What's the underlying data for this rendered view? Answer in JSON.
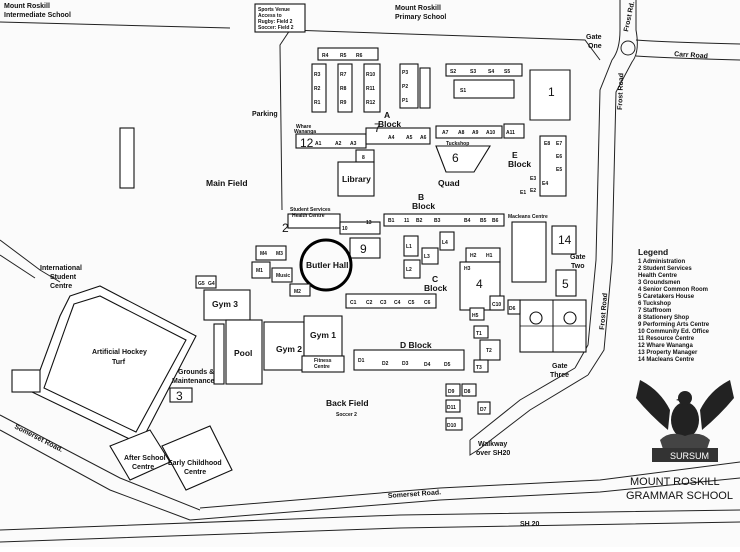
{
  "roads": {
    "carr": "Carr Road",
    "frost_upper": "Frost Road",
    "frost_mid": "Frost Road",
    "frost_lower": "Frost Road",
    "frost_top": "Frost Rd.",
    "somerset_left": "Somerset Road.",
    "somerset_mid": "Somerset Road.",
    "sh20": "SH 20"
  },
  "gates": {
    "one": [
      "Gate",
      "One"
    ],
    "two": [
      "Gate",
      "Two"
    ],
    "three": [
      "Gate",
      "Three"
    ]
  },
  "neighbours": {
    "intermediate": [
      "Mount Roskill",
      "Intermediate School"
    ],
    "primary": [
      "Mount Roskill",
      "Primary School"
    ],
    "sports_venue": [
      "Sports Venue",
      "Access to",
      "Rugby: Field 2",
      "Soccer: Field 2"
    ]
  },
  "areas": {
    "main_field": "Main Field",
    "parking": "Parking",
    "quad": "Quad",
    "library": "Library",
    "butler_hall": "Butler Hall",
    "gym3": "Gym 3",
    "gym2": "Gym 2",
    "gym1": "Gym 1",
    "pool": "Pool",
    "fitness": [
      "Fitness",
      "Centre"
    ],
    "back_field": "Back Field",
    "soccer2": "Soccer 2",
    "turf": [
      "Artificial Hockey",
      "Turf"
    ],
    "international": [
      "International",
      "Student",
      "Centre"
    ],
    "grounds": [
      "Grounds &",
      "Maintenance"
    ],
    "after_school": [
      "After School",
      "Centre"
    ],
    "early_childhood": [
      "Early Childhood",
      "Centre"
    ],
    "macleans": "Macleans Centre",
    "walkway": [
      "Walkway",
      "over SH20"
    ],
    "a_block": [
      "A",
      "Block"
    ],
    "b_block": [
      "B",
      "Block"
    ],
    "c_block": [
      "C",
      "Block"
    ],
    "d_block": "D Block",
    "e_block": [
      "E",
      "Block"
    ],
    "whare": [
      "Whare",
      "Wananga"
    ],
    "student_services": [
      "Student Services",
      "Health Centre"
    ],
    "tuckshop": "Tuckshop",
    "music": "Music"
  },
  "rooms": {
    "r_top": [
      "R4",
      "R5",
      "R6"
    ],
    "r_col1": [
      "R3",
      "R2",
      "R1"
    ],
    "r_col2": [
      "R7",
      "R8",
      "R9"
    ],
    "r_col3": [
      "R10",
      "R11",
      "R12"
    ],
    "p": [
      "P3",
      "P2",
      "P1"
    ],
    "s": [
      "S2",
      "S3",
      "S4",
      "S5",
      "S1"
    ],
    "a": [
      "12",
      "A1",
      "A2",
      "A3",
      "A4",
      "A5",
      "A6",
      "A7",
      "A8",
      "A9",
      "A10",
      "A11"
    ],
    "e": [
      "E8",
      "E7",
      "E6",
      "E5",
      "E4",
      "E3",
      "E2",
      "E1"
    ],
    "b": [
      "10",
      "13",
      "B1",
      "B2",
      "B3",
      "B4",
      "B5",
      "B6",
      "11"
    ],
    "l": [
      "L1",
      "L2",
      "L3",
      "L4"
    ],
    "h": [
      "H1",
      "H2",
      "H3",
      "H5",
      "4"
    ],
    "c": [
      "C1",
      "C2",
      "C3",
      "C4",
      "C5",
      "C6",
      "C10",
      "D6"
    ],
    "m": [
      "M4",
      "M3",
      "M1",
      "M2"
    ],
    "g": [
      "G5",
      "G4"
    ],
    "t": [
      "T1",
      "T2",
      "T3"
    ],
    "d": [
      "D1",
      "D2",
      "D3",
      "D4",
      "D5"
    ],
    "dlow": [
      "D9",
      "D8",
      "D11",
      "D10",
      "D7"
    ],
    "nums": [
      "1",
      "2",
      "3",
      "5",
      "6",
      "7",
      "8",
      "9",
      "14"
    ]
  },
  "legend": {
    "title": "Legend",
    "items": [
      "1  Administration",
      "2  Student Services",
      "   Health Centre",
      "3  Groundsmen",
      "4  Senior Common Room",
      "5  Caretakers House",
      "6  Tuckshop",
      "7  Staffroom",
      "8  Stationery Shop",
      "9  Performing Arts Centre",
      "10 Community Ed. Office",
      "11 Resource Centre",
      "12 Whare Wananga",
      "13 Property Manager",
      "14 Macleans Centre"
    ]
  },
  "crest": {
    "motto": "SURSUM",
    "school": [
      "MOUNT ROSKILL",
      "GRAMMAR SCHOOL"
    ]
  }
}
